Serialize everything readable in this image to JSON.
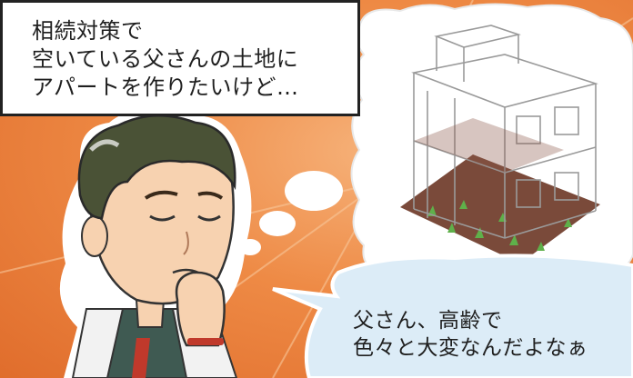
{
  "narration": {
    "lines": [
      "相続対策で",
      "空いている父さんの土地に",
      "アパートを作りたいけど…"
    ]
  },
  "speech": {
    "lines": [
      "父さん、高齢で",
      "色々と大変なんだよなぁ"
    ]
  },
  "colors": {
    "background": "#ee8a45",
    "thought_bubble": "#ffffff",
    "speech_bubble": "#dcecf7",
    "soil": "#7a4a3a",
    "hair": "#4a5236",
    "skin": "#f7d2b0"
  },
  "icons": [
    "thought-bubble",
    "speech-bubble",
    "building-sketch",
    "man-character"
  ]
}
